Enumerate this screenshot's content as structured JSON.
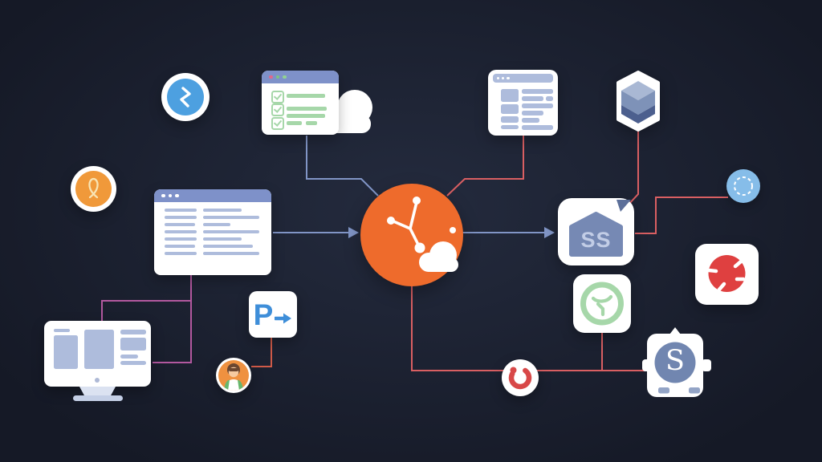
{
  "illustration": {
    "name": "services-integration-flow-diagram",
    "ss_app_label": "SS",
    "p_tile_label": "P",
    "s_device_label": "S"
  },
  "icons": [
    "bolt-badge",
    "checklist-cloud-window",
    "table-window",
    "cube-badge",
    "ribbon-badge",
    "document-window",
    "network-hub",
    "ss-app-tile",
    "dashed-circle-badge",
    "aperture-tile",
    "desktop-monitor",
    "p-arrow-tile",
    "avatar-badge",
    "funnel-tile",
    "refresh-badge",
    "s-device"
  ],
  "colors": {
    "bg_outer": "#151926",
    "bg_inner": "#242b3e",
    "accent_orange": "#ee6b2c",
    "badge_orange": "#f0993a",
    "blue_badge": "#4da0e0",
    "dashed_badge_blue": "#86bde9",
    "line_blue": "#8195c6",
    "line_red": "#d95f62",
    "line_pink": "#b2589f",
    "line_coral": "#cf5a48",
    "window_header_blue": "#7e91c9",
    "content_bar_blue": "#aebcdc",
    "green": "#a6d7a9",
    "red_glyph": "#df4040",
    "slate_blue": "#7689b4",
    "s_circle_blue": "#7186b0",
    "cube_top": "#a9b8d4",
    "cube_mid": "#7e92b8",
    "cube_dark": "#4c5f8e",
    "ribbon_cream": "#f8e4b4"
  }
}
